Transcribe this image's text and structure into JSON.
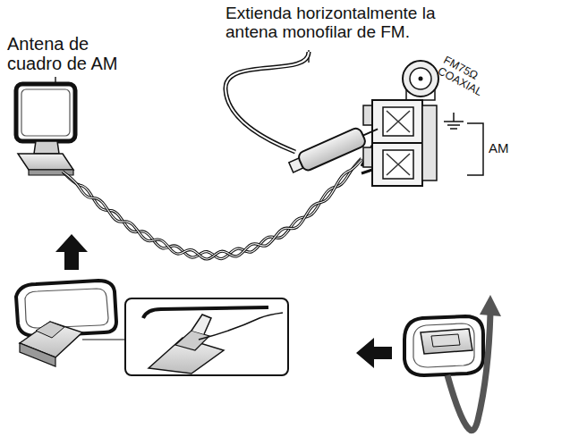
{
  "diagram": {
    "labels": [
      "Antena de cuadro de AM",
      "Extienda horizontalmente la antena monofilar de FM.",
      "FM75Ω COAXIAL",
      "AM"
    ]
  }
}
